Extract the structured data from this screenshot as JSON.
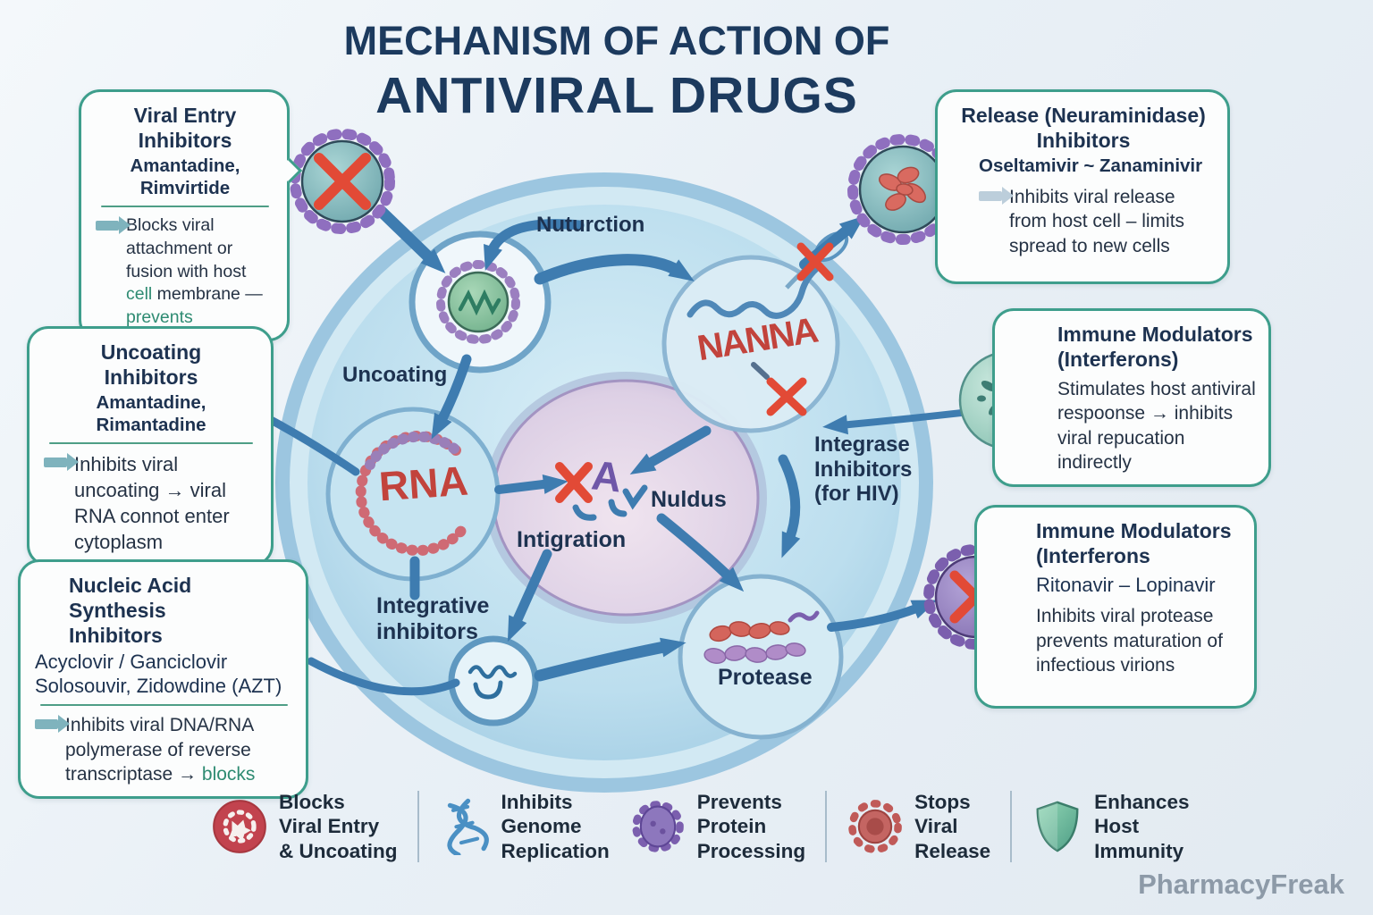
{
  "title": {
    "line1": "MECHANISM OF ACTION OF",
    "line2": "ANTIVIRAL DRUGS"
  },
  "boxes": {
    "viral_entry": {
      "title": "Viral Entry\nInhibitors",
      "drugs": "Amantadine, Rimvirtide",
      "desc_1": "Blocks viral attachment or fusion with host ",
      "desc_green_1": "cell",
      "desc_2": " membrane —",
      "desc_green_2": "prevents"
    },
    "uncoating": {
      "title": "Uncoating\nInhibitors",
      "drugs": "Amantadine, Rimantadine",
      "desc": "Inhibits viral uncoating → viral RNA connot enter cytoplasm"
    },
    "nucleic": {
      "title": "Nucleic Acid Synthesis\nInhibitors",
      "drugs_1": "Acyclovir / Ganciclovir",
      "drugs_2": "Solosouvir, Zidowdine (AZT)",
      "desc_1": "Inhibits viral DNA/RNA polymerase of reverse transcriptase → ",
      "desc_green_1": "blocks"
    },
    "release": {
      "title": "Release (Neuraminidase)\nInhibitors",
      "drugs": "Oseltamivir ~ Zanaminivir",
      "desc": "Inhibits viral release from host cell – limits spread to new cells"
    },
    "immune": {
      "title": "Immune Modulators\n(Interferons)",
      "desc": "Stimulates host antiviral respoonse → inhibits viral repucation indirectly"
    },
    "protease_box": {
      "title": "Immune Modulators\n(Interferons",
      "drugs": "Ritonavir – Lopinavir",
      "desc": "Inhibits viral protease prevents maturation of infectious virions"
    }
  },
  "diagram": {
    "labels": {
      "nuturction": "Nuturction",
      "uncoating": "Uncoating",
      "rna": "RNA",
      "nanna": "NANNA",
      "intigration": "Intigration",
      "nuldus": "Nuldus",
      "integrase": "Integrase\nInhibitors\n(for HIV)",
      "integrative": "Integrative\ninhibitors",
      "protease": "Protease",
      "a_letter": "A"
    }
  },
  "legend": {
    "items": [
      {
        "icon": "blocked-virus-icon",
        "label": "Blocks\nViral Entry\n& Uncoating"
      },
      {
        "icon": "dna-helix-icon",
        "label": "Inhibits\nGenome\nReplication"
      },
      {
        "icon": "purple-virus-icon",
        "label": "Prevents\nProtein\nProcessing"
      },
      {
        "icon": "red-virus-icon",
        "label": "Stops\nViral\nRelease"
      },
      {
        "icon": "shield-icon",
        "label": "Enhances\nHost\nImmunity"
      }
    ]
  },
  "watermark": "PharmacyFreak",
  "colors": {
    "accent_teal": "#3e9e8c",
    "navy": "#1c3a5e",
    "arrow_blue": "#3e7cb0",
    "red": "#d9453a",
    "purple": "#7b5fae",
    "green_text": "#2e8b72"
  }
}
